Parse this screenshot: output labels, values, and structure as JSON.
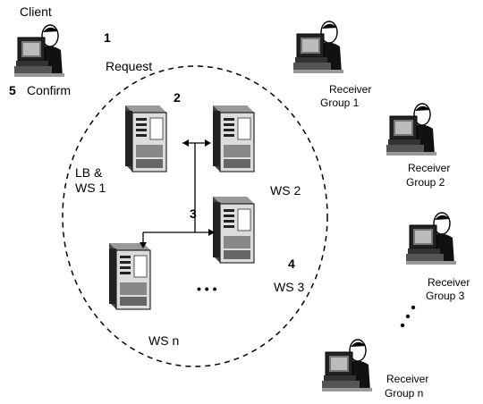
{
  "client": {
    "label": "Client",
    "step_request_num": "1",
    "request_label": "Request",
    "step_confirm_num": "5",
    "confirm_label": "Confirm"
  },
  "cluster": {
    "step_num": "2",
    "step_forward_num": "3",
    "step_reply_num": "4",
    "ellipsis": "• • •",
    "servers": [
      {
        "label_line1": "LB &",
        "label_line2": "WS 1"
      },
      {
        "label_line1": "WS 2"
      },
      {
        "label_line1": "WS 3"
      },
      {
        "label_line1": "WS n"
      }
    ]
  },
  "receivers": [
    {
      "line1": "Receiver",
      "line2": "Group 1"
    },
    {
      "line1": "Receiver",
      "line2": "Group 2"
    },
    {
      "line1": "Receiver",
      "line2": "Group 3"
    },
    {
      "line1": "Receiver",
      "line2": "Group n"
    }
  ],
  "receivers_ellipsis": "•\n•\n•"
}
